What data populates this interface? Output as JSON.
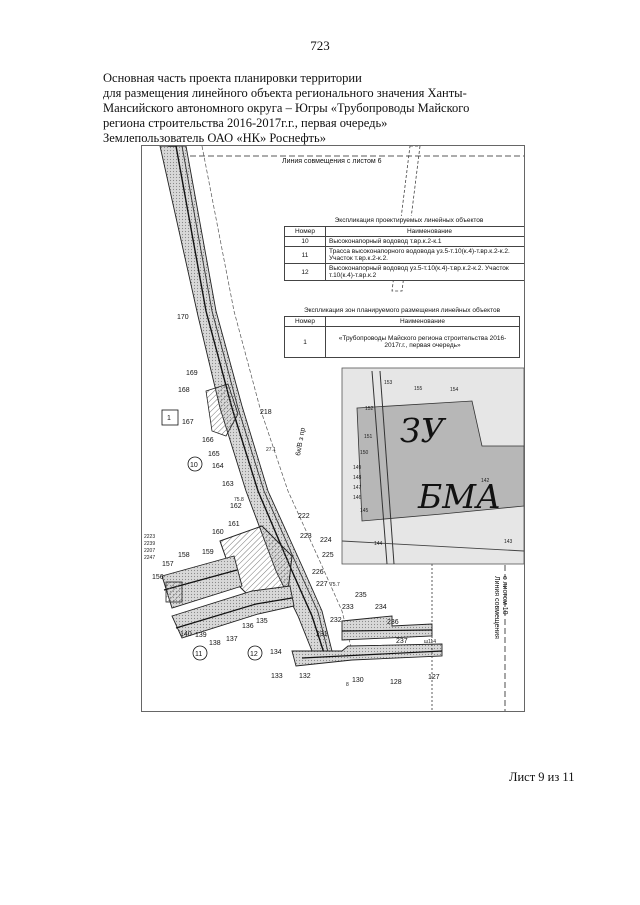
{
  "page_number": "723",
  "header": {
    "lines": [
      "Основная часть проекта планировки территории",
      "для размещения линейного объекта регионального значения Ханты-",
      "Мансийского автономного округа – Югры «Трубопроводы Майского",
      "региона строительства 2016-2017г.г., первая очередь»",
      "Землепользователь ОАО «НК» Роснефть»"
    ]
  },
  "map": {
    "top_line_label": "Линия совмещения с листом 6",
    "right_line_label_1": "Линия совмещения",
    "right_line_label_2": "с листом 10",
    "road_label": "6к/В з пр",
    "inset_text_1": "ЗУ",
    "inset_text_2": "БМА",
    "point_labels": {
      "p170": "170",
      "p169": "169",
      "p168": "168",
      "p167": "167",
      "p166": "166",
      "p165": "165",
      "p164": "164",
      "p163": "163",
      "p162": "162",
      "p161": "161",
      "p160": "160",
      "p159": "159",
      "p158": "158",
      "p157": "157",
      "p156": "156",
      "p140": "140",
      "p139": "139",
      "p138": "138",
      "p137": "137",
      "p136": "136",
      "p135": "135",
      "p134": "134",
      "p133": "133",
      "p132": "132",
      "p130": "130",
      "p128": "128",
      "p127": "127",
      "p218": "218",
      "p222": "222",
      "p223": "223",
      "p224": "224",
      "p225": "225",
      "p226": "226",
      "p227": "227",
      "p231": "231",
      "p232": "232",
      "p233": "233",
      "p234": "234",
      "p235": "235",
      "p236": "236",
      "p237": "237",
      "p142": "142",
      "p143": "143",
      "p144": "144",
      "p145": "145",
      "p146": "146",
      "p147": "147",
      "p148": "148",
      "p149": "149",
      "p150": "150",
      "p151": "151",
      "p152": "152",
      "p153": "153",
      "p154": "154",
      "p155": "155"
    },
    "badges": {
      "zone1": "1",
      "line10": "10",
      "line11": "11",
      "line12": "12"
    },
    "small_marks": {
      "m2223": "2223",
      "m2239": "2239",
      "m2207": "2207",
      "m2247": "2247",
      "m271": "27.1",
      "m758": "75.8",
      "m757": "75.7",
      "m114": "ш114",
      "m8": "8"
    }
  },
  "table_linear": {
    "caption": "Экспликация проектируемых линейных объектов",
    "headers": [
      "Номер",
      "Наименование"
    ],
    "rows": [
      {
        "num": "10",
        "name": "Высоконапорный водовод т.вр.к.2-к.1"
      },
      {
        "num": "11",
        "name": "Трасса высоконапорного водовода уз.5-т.10(к.4)-т.вр.к.2-к.2. Участок т.вр.к.2-к.2."
      },
      {
        "num": "12",
        "name": "Высоконапорный водовод уз.5-т.10(к.4)-т.вр.к.2-к.2. Участок т.10(к.4)-т.вр.к.2"
      }
    ]
  },
  "table_zones": {
    "caption": "Экспликация зон планируемого размещения линейных объектов",
    "headers": [
      "Номер",
      "Наименование"
    ],
    "rows": [
      {
        "num": "1",
        "name": "«Трубопроводы Майского региона строительства 2016-2017г.г., первая очередь»"
      }
    ]
  },
  "sheet_label": "Лист 9 из 11"
}
